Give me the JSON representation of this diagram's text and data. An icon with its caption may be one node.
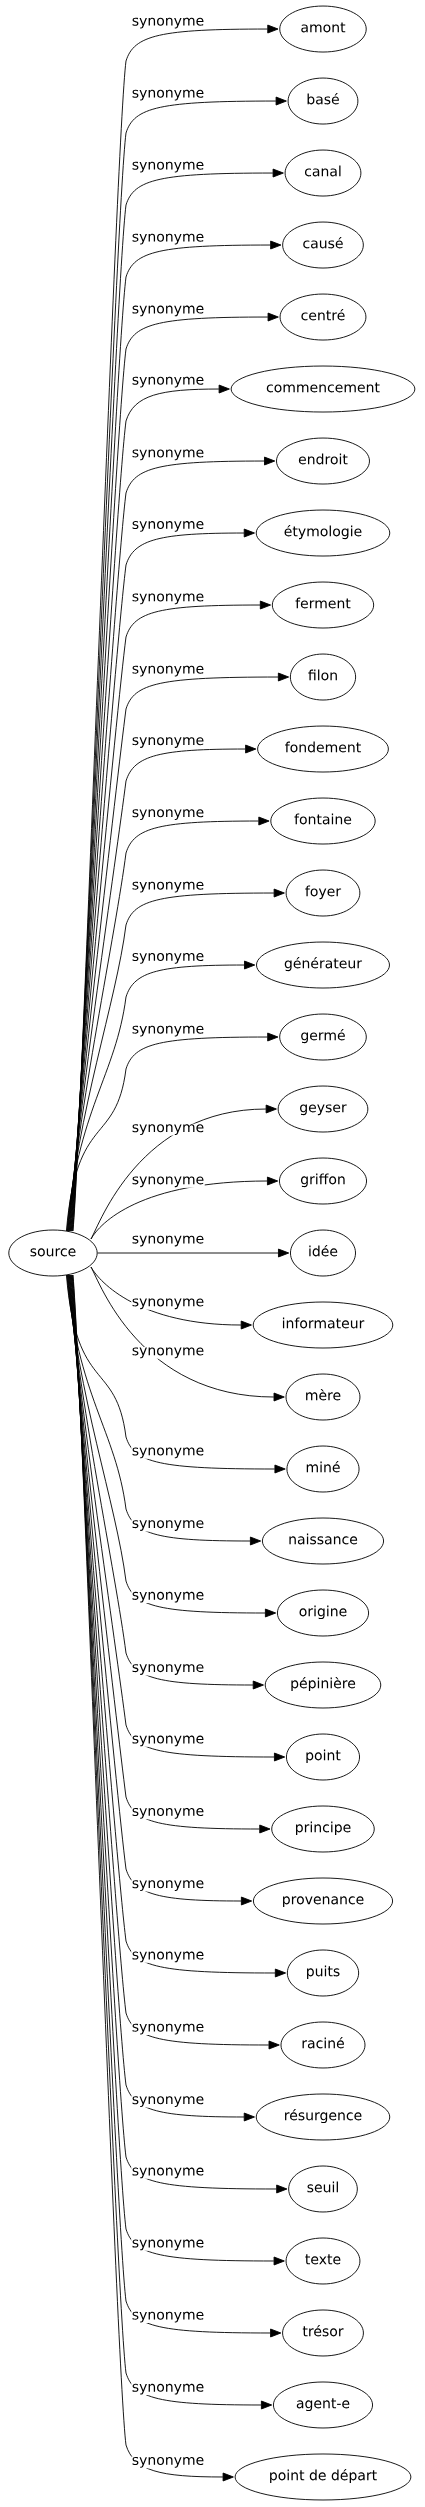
{
  "diagram": {
    "nodes": [
      {
        "text": [
          "source"
        ]
      },
      {
        "text": [
          "amont"
        ]
      },
      {
        "text": [
          "basé"
        ]
      },
      {
        "text": [
          "canal"
        ]
      },
      {
        "text": [
          "causé"
        ]
      },
      {
        "text": [
          "centré"
        ]
      },
      {
        "text": [
          "commencement"
        ]
      },
      {
        "text": [
          "endroit"
        ]
      },
      {
        "text": [
          "étymologie"
        ]
      },
      {
        "text": [
          "ferment"
        ]
      },
      {
        "text": [
          "filon"
        ]
      },
      {
        "text": [
          "fondement"
        ]
      },
      {
        "text": [
          "fontaine"
        ]
      },
      {
        "text": [
          "foyer"
        ]
      },
      {
        "text": [
          "générateur"
        ]
      },
      {
        "text": [
          "germé"
        ]
      },
      {
        "text": [
          "geyser"
        ]
      },
      {
        "text": [
          "griffon"
        ]
      },
      {
        "text": [
          "idée"
        ]
      },
      {
        "text": [
          "informateur"
        ]
      },
      {
        "text": [
          "mère"
        ]
      },
      {
        "text": [
          "miné"
        ]
      },
      {
        "text": [
          "naissance"
        ]
      },
      {
        "text": [
          "origine"
        ]
      },
      {
        "text": [
          "pépinière"
        ]
      },
      {
        "text": [
          "point"
        ]
      },
      {
        "text": [
          "principe"
        ]
      },
      {
        "text": [
          "provenance"
        ]
      },
      {
        "text": [
          "puits"
        ]
      },
      {
        "text": [
          "raciné"
        ]
      },
      {
        "text": [
          "résurgence"
        ]
      },
      {
        "text": [
          "seuil"
        ]
      },
      {
        "text": [
          "texte"
        ]
      },
      {
        "text": [
          "trésor"
        ]
      },
      {
        "text": [
          "agent-e"
        ]
      },
      {
        "text": [
          "point de départ"
        ]
      }
    ],
    "edges": [
      {
        "from": 0,
        "to": 1,
        "arrow": "to",
        "label": "synonyme"
      },
      {
        "from": 0,
        "to": 2,
        "arrow": "to",
        "label": "synonyme"
      },
      {
        "from": 0,
        "to": 3,
        "arrow": "to",
        "label": "synonyme"
      },
      {
        "from": 0,
        "to": 4,
        "arrow": "to",
        "label": "synonyme"
      },
      {
        "from": 0,
        "to": 5,
        "arrow": "to",
        "label": "synonyme"
      },
      {
        "from": 0,
        "to": 6,
        "arrow": "to",
        "label": "synonyme"
      },
      {
        "from": 0,
        "to": 7,
        "arrow": "to",
        "label": "synonyme"
      },
      {
        "from": 0,
        "to": 8,
        "arrow": "to",
        "label": "synonyme"
      },
      {
        "from": 0,
        "to": 9,
        "arrow": "to",
        "label": "synonyme"
      },
      {
        "from": 0,
        "to": 10,
        "arrow": "to",
        "label": "synonyme"
      },
      {
        "from": 0,
        "to": 11,
        "arrow": "to",
        "label": "synonyme"
      },
      {
        "from": 0,
        "to": 12,
        "arrow": "to",
        "label": "synonyme"
      },
      {
        "from": 0,
        "to": 13,
        "arrow": "to",
        "label": "synonyme"
      },
      {
        "from": 0,
        "to": 14,
        "arrow": "to",
        "label": "synonyme"
      },
      {
        "from": 0,
        "to": 15,
        "arrow": "to",
        "label": "synonyme"
      },
      {
        "from": 0,
        "to": 16,
        "arrow": "to",
        "label": "synonyme"
      },
      {
        "from": 0,
        "to": 17,
        "arrow": "to",
        "label": "synonyme"
      },
      {
        "from": 0,
        "to": 18,
        "arrow": "to",
        "label": "synonyme"
      },
      {
        "from": 0,
        "to": 19,
        "arrow": "to",
        "label": "synonyme"
      },
      {
        "from": 0,
        "to": 20,
        "arrow": "to",
        "label": "synonyme"
      },
      {
        "from": 0,
        "to": 21,
        "arrow": "to",
        "label": "synonyme"
      },
      {
        "from": 0,
        "to": 22,
        "arrow": "to",
        "label": "synonyme"
      },
      {
        "from": 0,
        "to": 23,
        "arrow": "to",
        "label": "synonyme"
      },
      {
        "from": 0,
        "to": 24,
        "arrow": "to",
        "label": "synonyme"
      },
      {
        "from": 0,
        "to": 25,
        "arrow": "to",
        "label": "synonyme"
      },
      {
        "from": 0,
        "to": 26,
        "arrow": "to",
        "label": "synonyme"
      },
      {
        "from": 0,
        "to": 27,
        "arrow": "to",
        "label": "synonyme"
      },
      {
        "from": 0,
        "to": 28,
        "arrow": "to",
        "label": "synonyme"
      },
      {
        "from": 0,
        "to": 29,
        "arrow": "to",
        "label": "synonyme"
      },
      {
        "from": 0,
        "to": 30,
        "arrow": "to",
        "label": "synonyme"
      },
      {
        "from": 0,
        "to": 31,
        "arrow": "to",
        "label": "synonyme"
      },
      {
        "from": 0,
        "to": 32,
        "arrow": "to",
        "label": "synonyme"
      },
      {
        "from": 0,
        "to": 33,
        "arrow": "to",
        "label": "synonyme"
      },
      {
        "from": 0,
        "to": 34,
        "arrow": "to",
        "label": "synonyme"
      },
      {
        "from": 0,
        "to": 35,
        "arrow": "to",
        "label": "synonyme"
      }
    ]
  }
}
